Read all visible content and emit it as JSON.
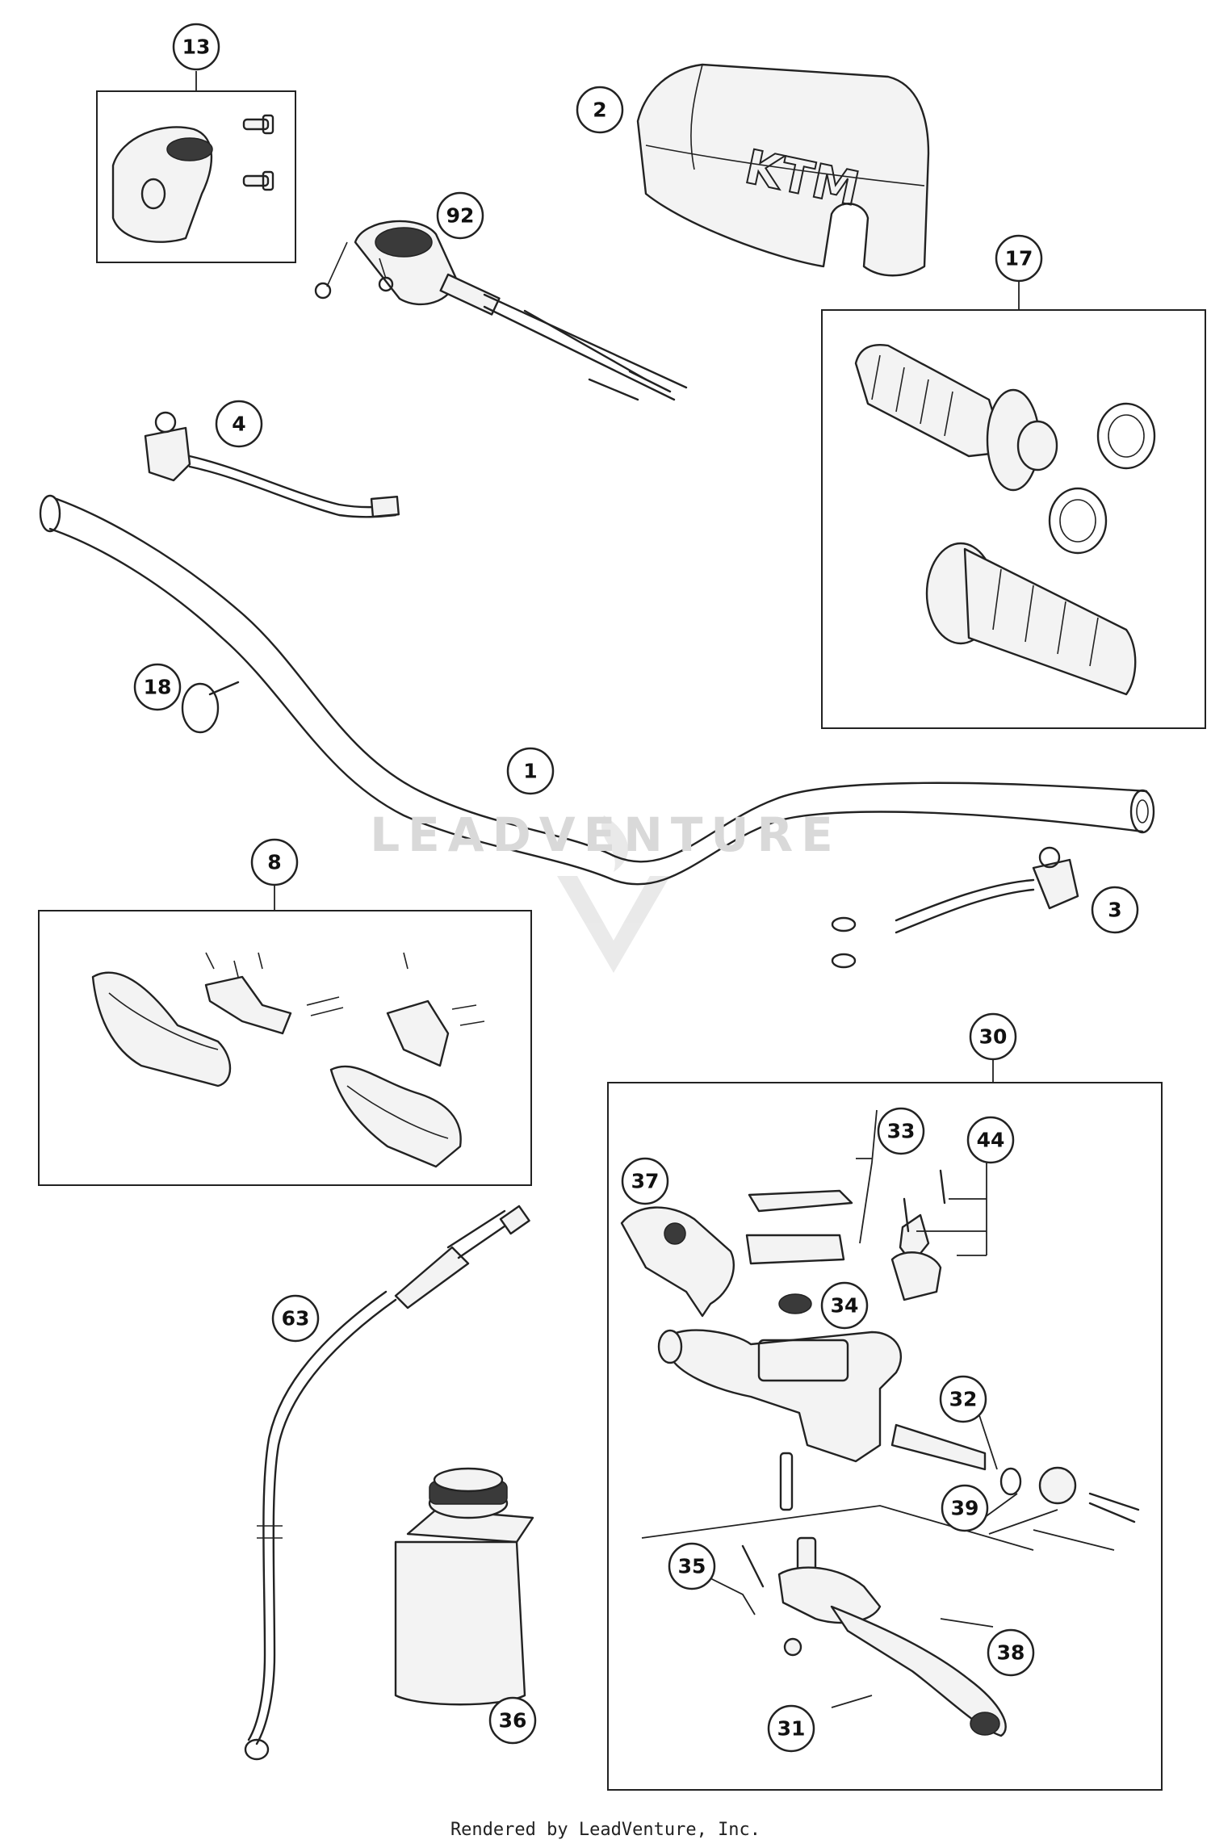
{
  "watermark": "LEADVENTURE",
  "footer": "Rendered by LeadVenture, Inc.",
  "brand_mark": "KTM",
  "callouts": [
    {
      "id": "13",
      "name": "part-13"
    },
    {
      "id": "2",
      "name": "part-2"
    },
    {
      "id": "92",
      "name": "part-92"
    },
    {
      "id": "17",
      "name": "part-17"
    },
    {
      "id": "4",
      "name": "part-4"
    },
    {
      "id": "18",
      "name": "part-18"
    },
    {
      "id": "1",
      "name": "part-1"
    },
    {
      "id": "8",
      "name": "part-8"
    },
    {
      "id": "3",
      "name": "part-3"
    },
    {
      "id": "30",
      "name": "part-30"
    },
    {
      "id": "33",
      "name": "part-33"
    },
    {
      "id": "44",
      "name": "part-44"
    },
    {
      "id": "37",
      "name": "part-37"
    },
    {
      "id": "34",
      "name": "part-34"
    },
    {
      "id": "63",
      "name": "part-63"
    },
    {
      "id": "32",
      "name": "part-32"
    },
    {
      "id": "39",
      "name": "part-39"
    },
    {
      "id": "35",
      "name": "part-35"
    },
    {
      "id": "38",
      "name": "part-38"
    },
    {
      "id": "31",
      "name": "part-31"
    },
    {
      "id": "36",
      "name": "part-36"
    }
  ]
}
